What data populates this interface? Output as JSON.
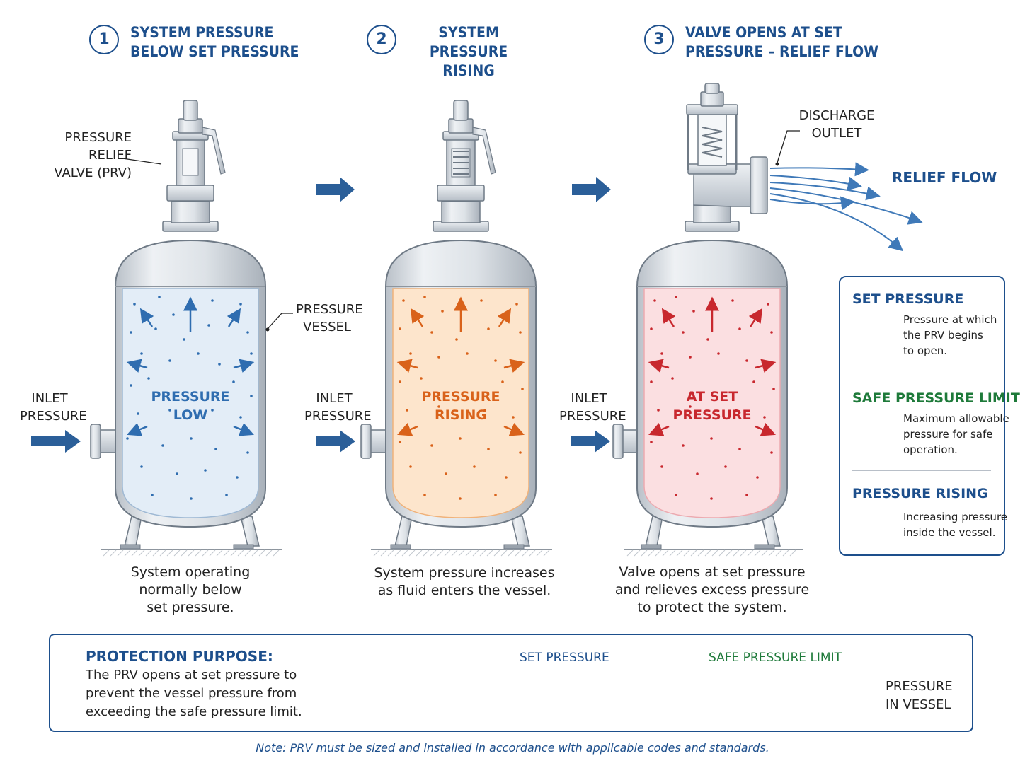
{
  "stages": [
    {
      "number": "1",
      "title_line1": "SYSTEM PRESSURE",
      "title_line2": "BELOW SET PRESSURE"
    },
    {
      "number": "2",
      "title_line1": "SYSTEM PRESSURE",
      "title_line2": "RISING"
    },
    {
      "number": "3",
      "title_line1": "VALVE OPENS AT SET",
      "title_line2": "PRESSURE – RELIEF FLOW"
    }
  ],
  "labels": {
    "prv_line1": "PRESSURE RELIEF",
    "prv_line2": "VALVE (PRV)",
    "vessel_line1": "PRESSURE",
    "vessel_line2": "VESSEL",
    "inlet_line1": "INLET",
    "inlet_line2": "PRESSURE",
    "discharge_line1": "DISCHARGE",
    "discharge_line2": "OUTLET",
    "relief_flow": "RELIEF FLOW"
  },
  "vessels": [
    {
      "state_line1": "PRESSURE",
      "state_line2": "LOW",
      "color": "#2f6db0",
      "fill": "#e3edf7"
    },
    {
      "state_line1": "PRESSURE",
      "state_line2": "RISING",
      "color": "#d9621a",
      "fill": "#fde5cc"
    },
    {
      "state_line1": "AT SET",
      "state_line2": "PRESSURE",
      "color": "#c8282e",
      "fill": "#fbdfe1"
    }
  ],
  "captions": [
    {
      "line1": "System operating",
      "line2": "normally below",
      "line3": "set pressure."
    },
    {
      "line1": "System pressure increases",
      "line2": "as fluid enters the vessel."
    },
    {
      "line1": "Valve opens at set pressure",
      "line2": "and relieves excess pressure",
      "line3": "to protect the system."
    }
  ],
  "legend": {
    "items": [
      {
        "title": "SET PRESSURE",
        "desc_line1": "Pressure at which",
        "desc_line2": "the PRV begins",
        "desc_line3": "to open.",
        "color": "#1d4f8c"
      },
      {
        "title": "SAFE PRESSURE LIMIT",
        "desc_line1": "Maximum allowable",
        "desc_line2": "pressure for safe",
        "desc_line3": "operation.",
        "color": "#1e7a3a"
      },
      {
        "title": "PRESSURE RISING",
        "desc_line1": "Increasing pressure",
        "desc_line2": "inside the vessel.",
        "color": "#c8282e"
      }
    ]
  },
  "purpose": {
    "title": "PROTECTION PURPOSE:",
    "line1": "The PRV opens at set pressure to",
    "line2": "prevent the vessel pressure from",
    "line3": "exceeding the safe pressure limit."
  },
  "scale": {
    "set_label": "SET PRESSURE",
    "safe_label": "SAFE PRESSURE LIMIT",
    "axis_line1": "PRESSURE",
    "axis_line2": "IN VESSEL"
  },
  "note": "Note: PRV must be sized and installed in accordance with applicable codes and standards.",
  "colors": {
    "primary": "#1d4f8c",
    "green": "#1e7a3a",
    "red": "#c8282e",
    "orange": "#d9621a"
  }
}
